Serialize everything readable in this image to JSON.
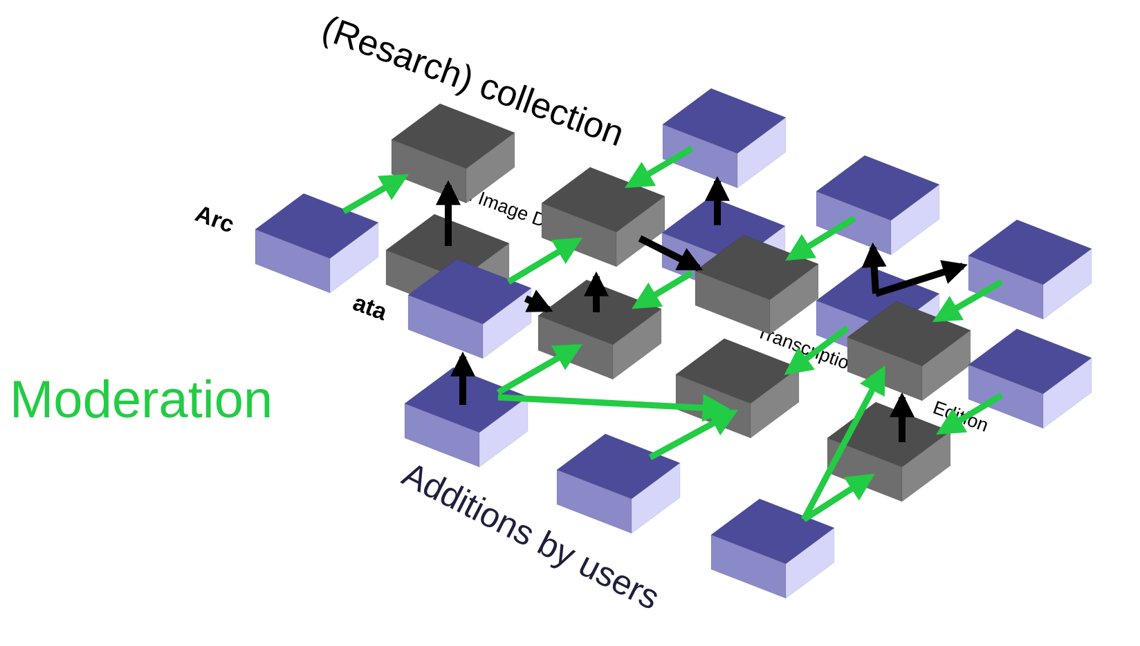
{
  "labels": {
    "research_collection": "(Resarch) collection",
    "archive_data_left": "Arc",
    "archive_data_right": "ata",
    "digital_image_description": "Digital Image Description",
    "transcription": "Transcription",
    "edition": "Edition",
    "additions_by_users": "Additions by users",
    "moderation": "Moderation"
  },
  "colors": {
    "user_block_top": "#4b4b9a",
    "user_block_left": "#8a8ac8",
    "user_block_right": "#d6d6fa",
    "core_block_top": "#4d4d4d",
    "core_block_left": "#6e6e6e",
    "core_block_right": "#858585",
    "moderation_arrow": "#22cc44",
    "workflow_arrow": "#000000",
    "moderation_text": "#22cc44",
    "users_text": "#1e1e3c"
  }
}
